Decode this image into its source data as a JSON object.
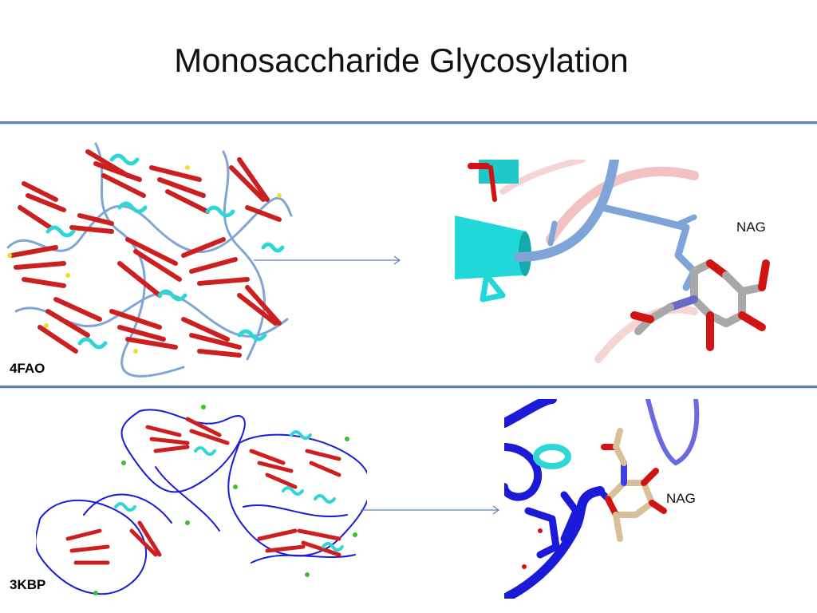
{
  "slide": {
    "title": "Monosaccharide Glycosylation"
  },
  "rows": [
    {
      "pdb_code": "4FAO",
      "ligand_label": "NAG"
    },
    {
      "pdb_code": "3KBP",
      "ligand_label": "NAG"
    }
  ],
  "colors": {
    "rule": "#5b7fb8",
    "arrow": "#5b7fb8",
    "strand_red": "#cc1f1f",
    "helix_cyan": "#2fd6d6",
    "coil_lightblue": "#7fa4d8",
    "coil_blue": "#1a1ad8",
    "ligand_yellow": "#e8e02a",
    "ligand_green": "#3fbf2e",
    "carbon_grey": "#a8a8a8",
    "carbon_tan": "#d8c09a",
    "oxygen_red": "#d01414"
  }
}
